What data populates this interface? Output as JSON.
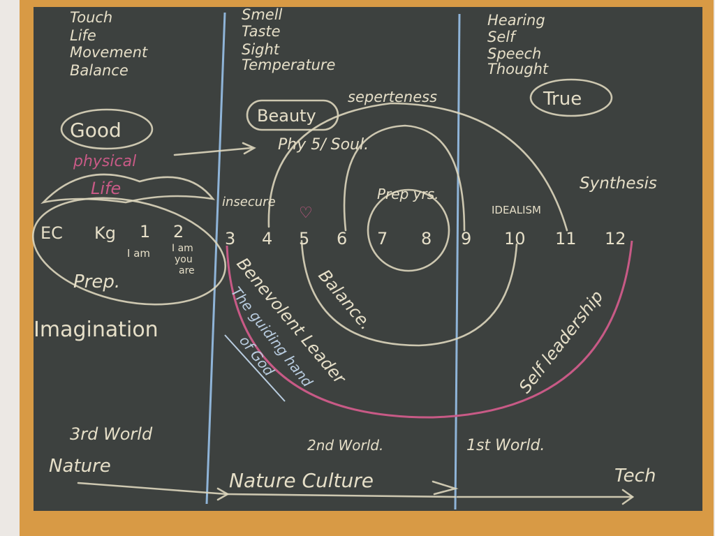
{
  "colors": {
    "board": "#3d413f",
    "frame": "#d89a45",
    "chalk": "#e6dfc8",
    "pink_chalk": "#c85a86",
    "blue_chalk": "#8fb4d8"
  },
  "senses": {
    "left": [
      "Touch",
      "Life",
      "Movement",
      "Balance"
    ],
    "middle": [
      "Smell",
      "Taste",
      "Sight",
      "Temperature"
    ],
    "right": [
      "Hearing",
      "Self",
      "Speech",
      "Thought"
    ]
  },
  "labels": {
    "good": "Good",
    "physical": "physical",
    "life": "Life",
    "beauty": "Beauty",
    "separateness": "seperteness",
    "phy_soul": "Phy 5/ Soul.",
    "true": "True",
    "synthesis": "Synthesis",
    "insecure": "insecure",
    "prep_yrs": "Prep yrs.",
    "idealism": "IDEALISM",
    "i_am": "I am",
    "i_am_you_are": [
      "I am",
      "you",
      "are"
    ],
    "prep": "Prep.",
    "imagination": "Imagination",
    "benevolent_leader": "Benevolent Leader",
    "guiding_hand": [
      "The guiding hand",
      "of God"
    ],
    "balance": "Balance.",
    "self_leadership": "Self leadership"
  },
  "numbers": [
    "EC",
    "Kg",
    "1",
    "2",
    "3",
    "4",
    "5",
    "6",
    "7",
    "8",
    "9",
    "10",
    "11",
    "12"
  ],
  "worlds": {
    "third": "3rd World",
    "second": "2nd World.",
    "first": "1st World."
  },
  "bottom": {
    "nature": "Nature",
    "nature_culture": "Nature Culture",
    "tech": "Tech"
  }
}
